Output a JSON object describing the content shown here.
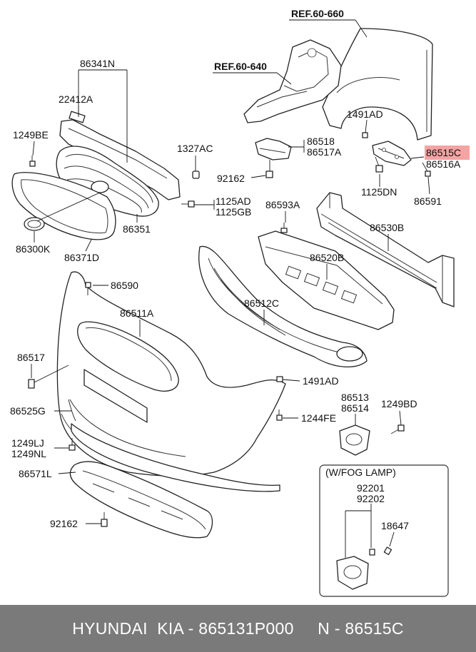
{
  "labels": {
    "ref660": "REF.60-660",
    "ref640": "REF.60-640",
    "p86341N": "86341N",
    "p22412A": "22412A",
    "p1249BE": "1249BE",
    "p1327AC": "1327AC",
    "p1125AD": "1125AD",
    "p1125GB": "1125GB",
    "p86351": "86351",
    "p86300K": "86300K",
    "p86371D": "86371D",
    "p86518": "86518",
    "p86517A": "86517A",
    "p92162a": "92162",
    "p1491ADa": "1491AD",
    "p86515C": "86515C",
    "p86516A": "86516A",
    "p1125DN": "1125DN",
    "p86591": "86591",
    "p86593A": "86593A",
    "p86530B": "86530B",
    "p86520B": "86520B",
    "p86512C": "86512C",
    "p86590": "86590",
    "p86511A": "86511A",
    "p86517": "86517",
    "p1491ADb": "1491AD",
    "p86525G": "86525G",
    "p1244FE": "1244FE",
    "p86513": "86513",
    "p86514": "86514",
    "p1249BD": "1249BD",
    "p1249LJ": "1249LJ",
    "p1249NL": "1249NL",
    "p86571L": "86571L",
    "fogTitle": "(W/FOG LAMP)",
    "p92201": "92201",
    "p92202": "92202",
    "p18647": "18647",
    "p92162b": "92162"
  },
  "highlight": {
    "part": "86515C",
    "color": "#f5a3a3"
  },
  "footer": {
    "text": "HYUNDAI  KIA - 865131P000     N - 86515C"
  }
}
